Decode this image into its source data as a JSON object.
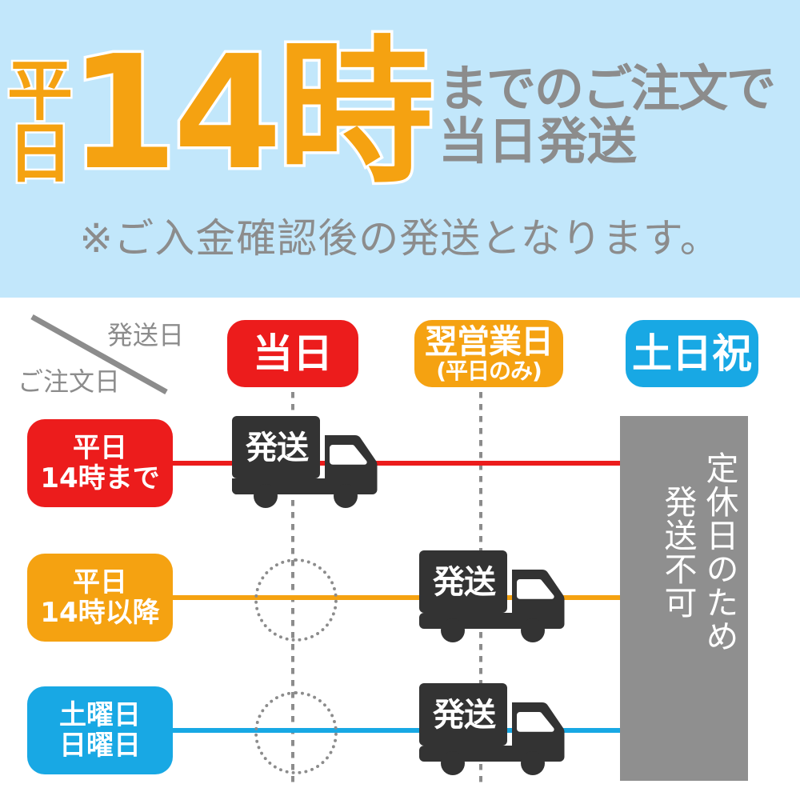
{
  "hero": {
    "weekday_vertical": [
      "平",
      "日"
    ],
    "time_big": "14時",
    "gray_line1": "までのご注文で",
    "gray_line2": "当日発送",
    "note": "※ご入金確認後の発送となります。"
  },
  "table": {
    "corner": {
      "ship_date_label": "発送日",
      "order_date_label": "ご注文日",
      "diagonal_icon": "diagonal-divider-icon"
    },
    "columns": [
      {
        "label": "当日",
        "sub": "",
        "color": "#ec1c1c"
      },
      {
        "label": "翌営業日",
        "sub": "(平日のみ)",
        "color": "#f5a211"
      },
      {
        "label": "土日祝",
        "sub": "",
        "color": "#18a8e4"
      }
    ],
    "rows": [
      {
        "line1": "平日",
        "line2": "14時まで",
        "color": "#ec1c1c",
        "ship_column": 0
      },
      {
        "line1": "平日",
        "line2": "14時以降",
        "color": "#f5a211",
        "ship_column": 1
      },
      {
        "line1": "土曜日",
        "line2": "日曜日",
        "color": "#18a8e4",
        "ship_column": 1
      }
    ],
    "truck_label": "発送",
    "closed": {
      "text_right": "定休日のため",
      "text_left": "発送不可",
      "color": "#8f8f8f"
    }
  },
  "colors": {
    "background": "#c2e7fb",
    "panel": "#ffffff",
    "orange": "#f5a211",
    "red": "#ec1c1c",
    "cyan": "#18a8e4",
    "gray_text": "#8c8c8c",
    "truck": "#333333"
  }
}
